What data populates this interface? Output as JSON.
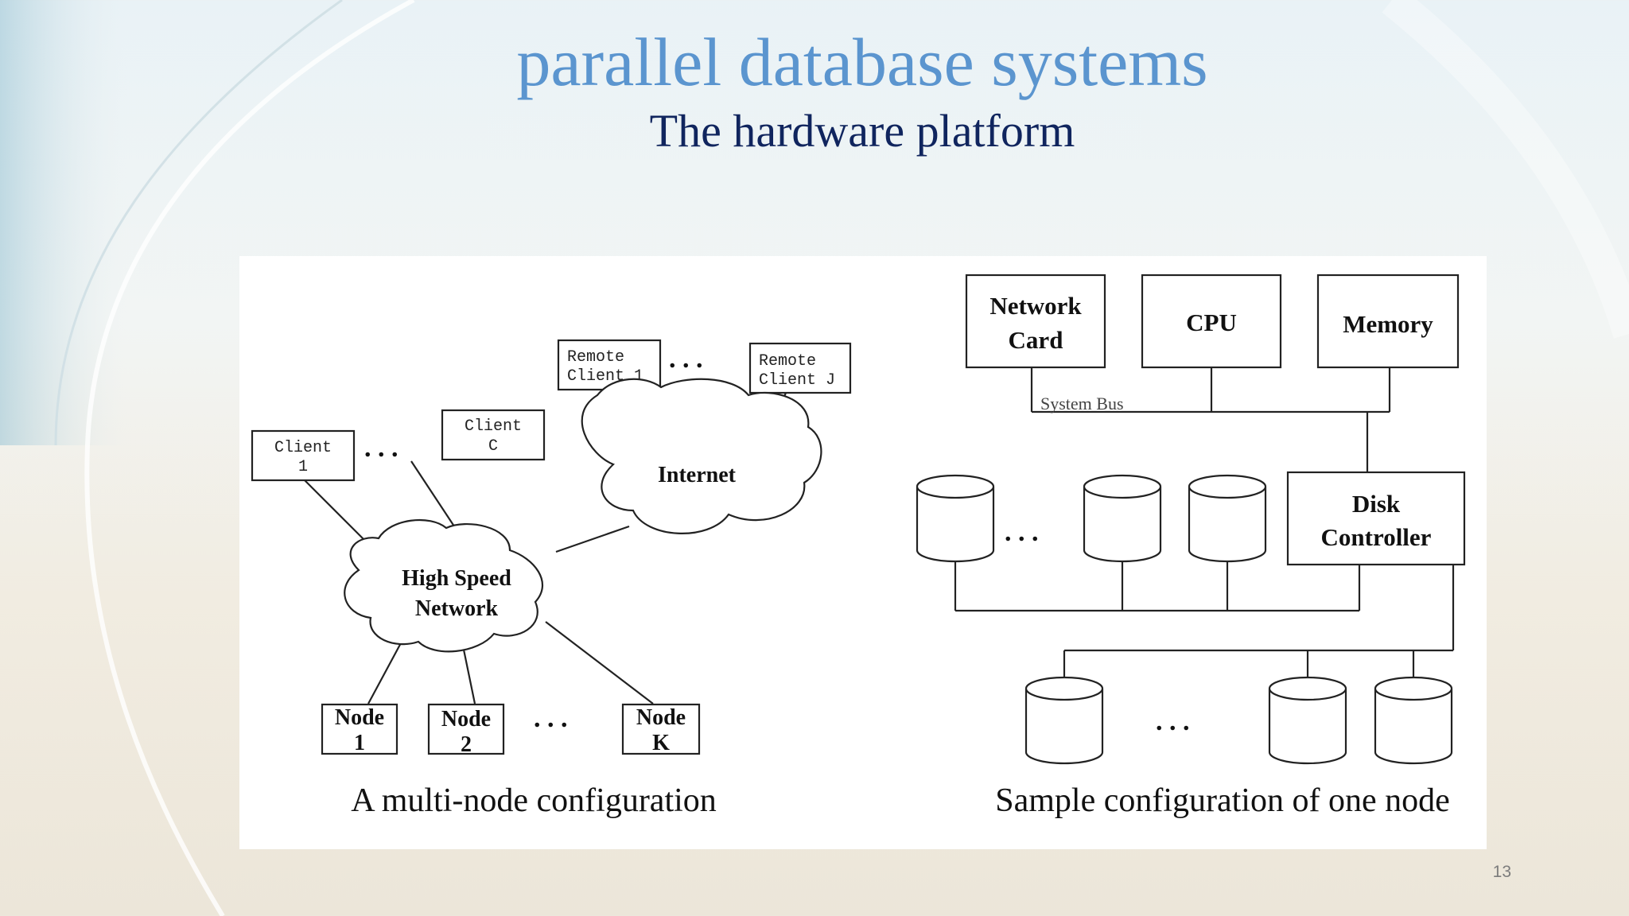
{
  "slide": {
    "title": "parallel database systems",
    "subtitle": "The hardware platform",
    "page_number": "13"
  },
  "diagram": {
    "left": {
      "caption": "A multi-node configuration",
      "client1": [
        "Client",
        "1"
      ],
      "clientC": [
        "Client",
        "C"
      ],
      "remote1": [
        "Remote",
        "Client 1"
      ],
      "remoteJ": [
        "Remote",
        "Client J"
      ],
      "internet": "Internet",
      "network": [
        "High Speed",
        "Network"
      ],
      "node1": [
        "Node",
        "1"
      ],
      "node2": [
        "Node",
        "2"
      ],
      "nodeK": [
        "Node",
        "K"
      ],
      "ellipsis": ". . ."
    },
    "right": {
      "caption": "Sample configuration of one node",
      "network_card": [
        "Network",
        "Card"
      ],
      "cpu": "CPU",
      "memory": "Memory",
      "system_bus": "System Bus",
      "disk_controller": [
        "Disk",
        "Controller"
      ],
      "ellipsis": ". . ."
    }
  },
  "colors": {
    "title": "#5b95cf",
    "subtitle": "#10255e"
  }
}
